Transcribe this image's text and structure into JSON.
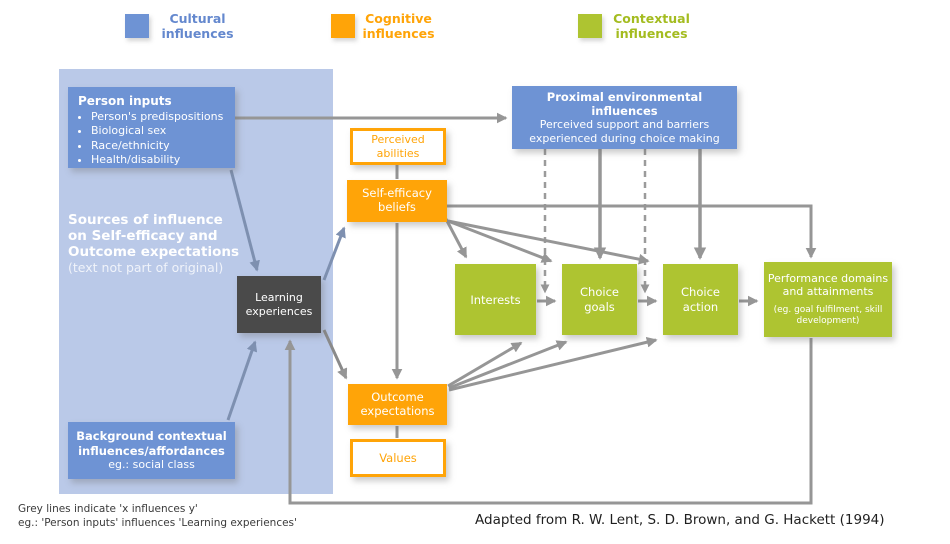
{
  "legend": {
    "items": [
      {
        "id": "cultural",
        "label": "Cultural\ninfluences",
        "color": "#6e93d4",
        "text_color": "#6488ce"
      },
      {
        "id": "cognitive",
        "label": "Cognitive\ninfluences",
        "color": "#ffa408",
        "text_color": "#ffa408"
      },
      {
        "id": "contextual",
        "label": "Contextual\ninfluences",
        "color": "#aec431",
        "text_color": "#a4bc20"
      }
    ]
  },
  "boxes": {
    "person_inputs": {
      "title": "Person inputs",
      "bullets": [
        "Person's predispositions",
        "Biological sex",
        "Race/ethnicity",
        "Health/disability"
      ]
    },
    "sources_note": {
      "text": "Sources of influence\non Self-efficacy and\nOutcome expectations",
      "subtext": "(text not part of original)"
    },
    "proximal": {
      "title": "Proximal environmental\ninfluences",
      "subtitle": "Perceived support and barriers\nexperienced during choice making"
    },
    "perceived_abilities": {
      "label": "Perceived\nabilities"
    },
    "self_efficacy": {
      "label": "Self-efficacy\nbeliefs"
    },
    "learning": {
      "label": "Learning\nexperiences"
    },
    "outcome": {
      "label": "Outcome\nexpectations"
    },
    "values": {
      "label": "Values"
    },
    "interests": {
      "label": "Interests"
    },
    "choice_goals": {
      "label": "Choice\ngoals"
    },
    "choice_action": {
      "label": "Choice\naction"
    },
    "performance": {
      "title": "Performance domains\nand attainments",
      "note": "(eg. goal fulfilment, skill\ndevelopment)"
    },
    "background": {
      "title": "Background contextual\ninfluences/affordances",
      "subtitle": "eg.: social class"
    }
  },
  "footnote": {
    "line1": "Grey lines indicate 'x influences y'",
    "line2": "eg.: 'Person inputs' influences 'Learning experiences'"
  },
  "attribution": "Adapted from R. W. Lent, S. D. Brown, and G. Hackett (1994)",
  "colors": {
    "cultural_box": "#6e93d4",
    "cultural_panel": "#bac9e8",
    "cognitive_box": "#ffa408",
    "contextual_box": "#aec431",
    "learning_box": "#4a4a4a",
    "arrow_grey": "#969696",
    "arrow_slate": "#7e90b0"
  }
}
